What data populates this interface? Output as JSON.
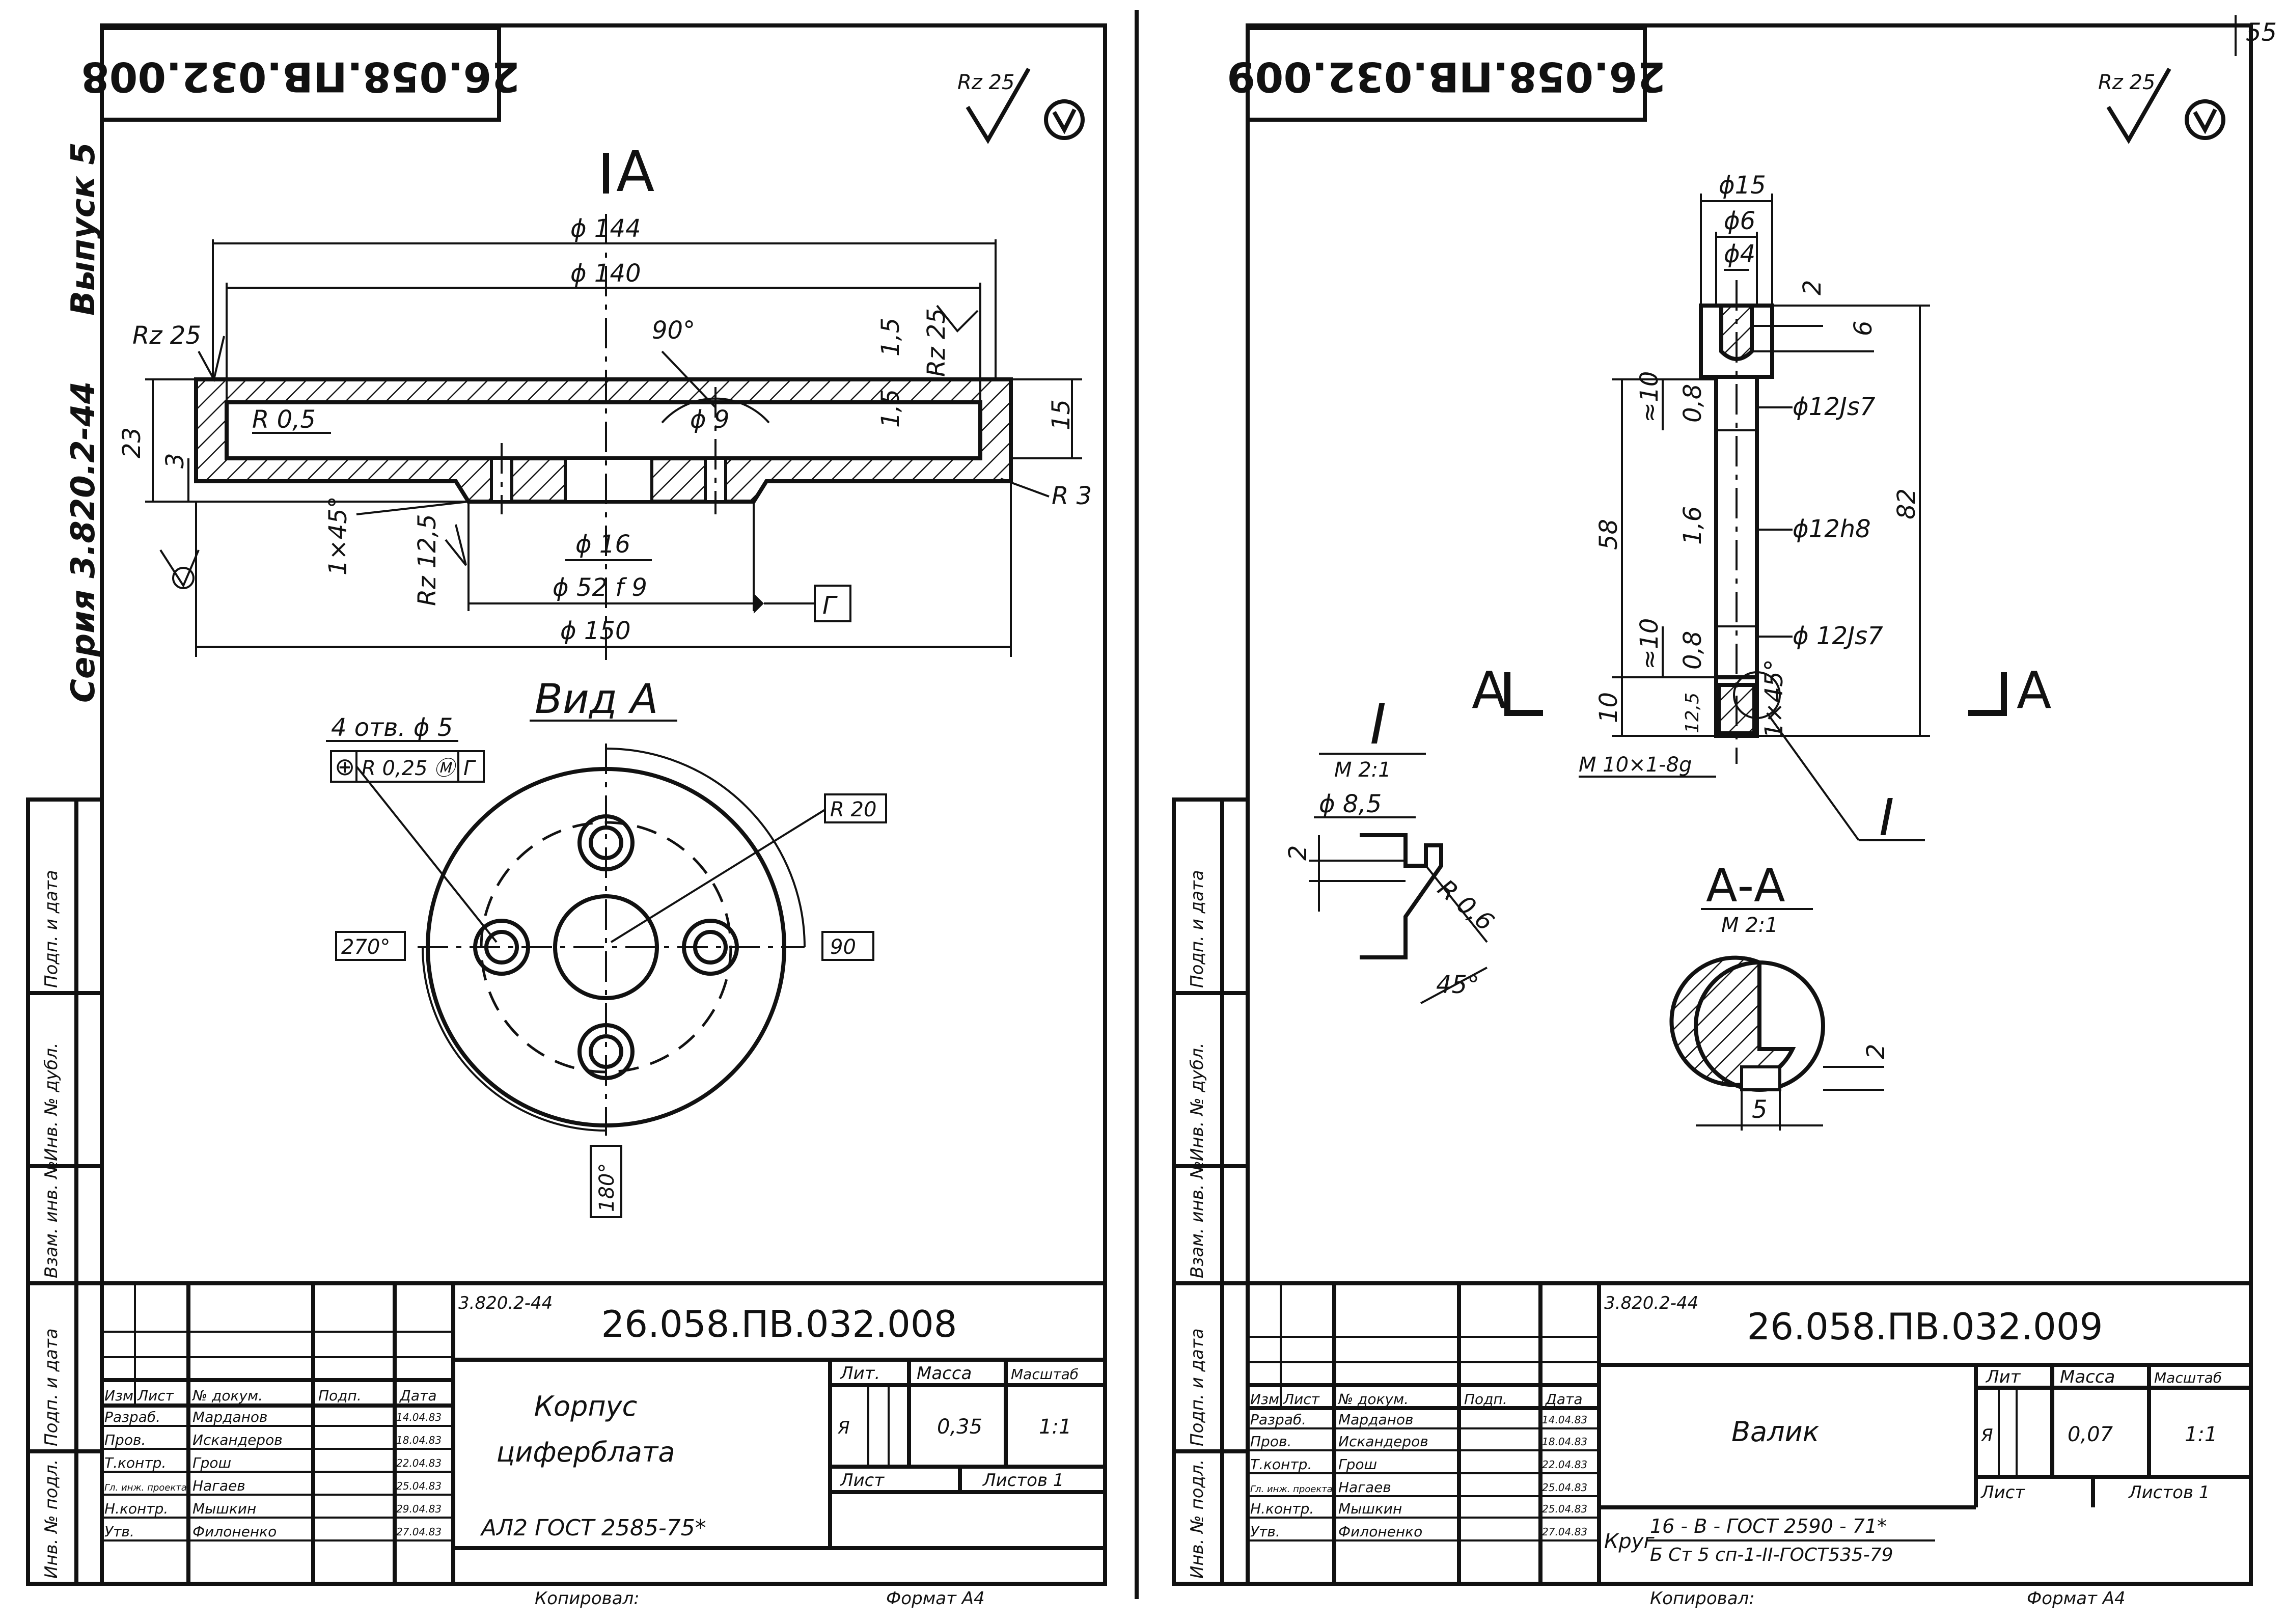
{
  "page_number": "55",
  "margin": {
    "series": "Серия 3.820.2-44",
    "issue": "Выпуск 5",
    "side_columns": [
      "Инв. № подл.",
      "Подп. и дата",
      "Взам. инв. №",
      "Инв. № дубл.",
      "Подп. и дата"
    ]
  },
  "sheet1": {
    "code_top": "26.058.ПВ.032.008",
    "roughness": "Rz 25",
    "view_marker": "А",
    "dims": {
      "d144": "ϕ 144",
      "d140": "ϕ 140",
      "rz25_left": "Rz 25",
      "angle90": "90°",
      "r05": "R 0,5",
      "d9": "ϕ 9",
      "v15a": "1,5",
      "v15b": "1,5",
      "rz25_right": "Rz 25",
      "v15": "15",
      "v23": "23",
      "v3": "3",
      "r3": "R 3",
      "chamfer": "1×45°",
      "rz125": "Rz 12,5",
      "d16": "ϕ 16",
      "d52": "ϕ 52 f 9",
      "datum": "Г",
      "d150": "ϕ 150"
    },
    "view_title": "Вид А",
    "holes": "4 отв. ϕ 5",
    "tolerance": [
      "⊕",
      "R 0,25 Ⓜ",
      "Г"
    ],
    "r20": "R 20",
    "a270": "270°",
    "a90": "90",
    "a180": "180°",
    "title_block": {
      "series": "3.820.2-44",
      "designation": "26.058.ПВ.032.008",
      "name_line1": "Корпус",
      "name_line2": "циферблата",
      "material": "АЛ2 ГОСТ 2585-75*",
      "headers": {
        "lit": "Лит.",
        "mass": "Масса",
        "scale": "Масштаб",
        "sheet": "Лист",
        "sheets": "Листов 1"
      },
      "lit_value": "Я",
      "mass_value": "0,35",
      "scale_value": "1:1",
      "col_headers": [
        "Изм.",
        "Лист",
        "№ докум.",
        "Подп.",
        "Дата"
      ],
      "rows": [
        {
          "role": "Разраб.",
          "name": "Марданов",
          "date": "14.04.83"
        },
        {
          "role": "Пров.",
          "name": "Искандеров",
          "date": "18.04.83"
        },
        {
          "role": "Т.контр.",
          "name": "Грош",
          "date": "22.04.83"
        },
        {
          "role": "Гл. инж. проекта",
          "name": "Нагаев",
          "date": "25.04.83"
        },
        {
          "role": "Н.контр.",
          "name": "Мышкин",
          "date": "29.04.83"
        },
        {
          "role": "Утв.",
          "name": "Филоненко",
          "date": "27.04.83"
        }
      ],
      "copied": "Копировал:",
      "format": "Формат А4"
    }
  },
  "sheet2": {
    "code_top": "26.058.ПВ.032.009",
    "roughness": "Rz 25",
    "dims": {
      "d15": "ϕ15",
      "d6": "ϕ6",
      "d4": "ϕ4",
      "v2": "2",
      "v6": "6",
      "v10a": "≈10",
      "v08a": "0,8",
      "d12js7a": "ϕ12Js7",
      "v82": "82",
      "v58": "58",
      "v16": "1,6",
      "d12h8": "ϕ12h8",
      "v10b": "≈10",
      "v08b": "0,8",
      "d12js7b": "ϕ 12Js7",
      "v10": "10",
      "v125": "12,5",
      "chamfer": "1×45°",
      "thread": "М 10×1-8g"
    },
    "section_marker": "А",
    "detail_label": "I",
    "detail_scale": "М 2:1",
    "detail_d85": "ϕ 8,5",
    "detail_v2": "2",
    "detail_r06": "R 0,6",
    "detail_45": "45°",
    "section_title": "А-А",
    "section_scale": "М 2:1",
    "section_v2": "2",
    "section_v5": "5",
    "title_block": {
      "series": "3.820.2-44",
      "designation": "26.058.ПВ.032.009",
      "name": "Валик",
      "material_prefix": "Круг",
      "material_top": "16 - В - ГОСТ 2590 - 71*",
      "material_bottom": "Б Ст 5 сп-1-II-ГОСТ535-79",
      "headers": {
        "lit": "Лит",
        "mass": "Масса",
        "scale": "Масштаб",
        "sheet": "Лист",
        "sheets": "Листов 1"
      },
      "lit_value": "Я",
      "mass_value": "0,07",
      "scale_value": "1:1",
      "col_headers": [
        "Изм.",
        "Лист",
        "№ докум.",
        "Подп.",
        "Дата"
      ],
      "rows": [
        {
          "role": "Разраб.",
          "name": "Марданов",
          "date": "14.04.83"
        },
        {
          "role": "Пров.",
          "name": "Искандеров",
          "date": "18.04.83"
        },
        {
          "role": "Т.контр.",
          "name": "Грош",
          "date": "22.04.83"
        },
        {
          "role": "Гл. инж. проекта",
          "name": "Нагаев",
          "date": "25.04.83"
        },
        {
          "role": "Н.контр.",
          "name": "Мышкин",
          "date": "25.04.83"
        },
        {
          "role": "Утв.",
          "name": "Филоненко",
          "date": "27.04.83"
        }
      ],
      "copied": "Копировал:",
      "format": "Формат А4"
    }
  }
}
